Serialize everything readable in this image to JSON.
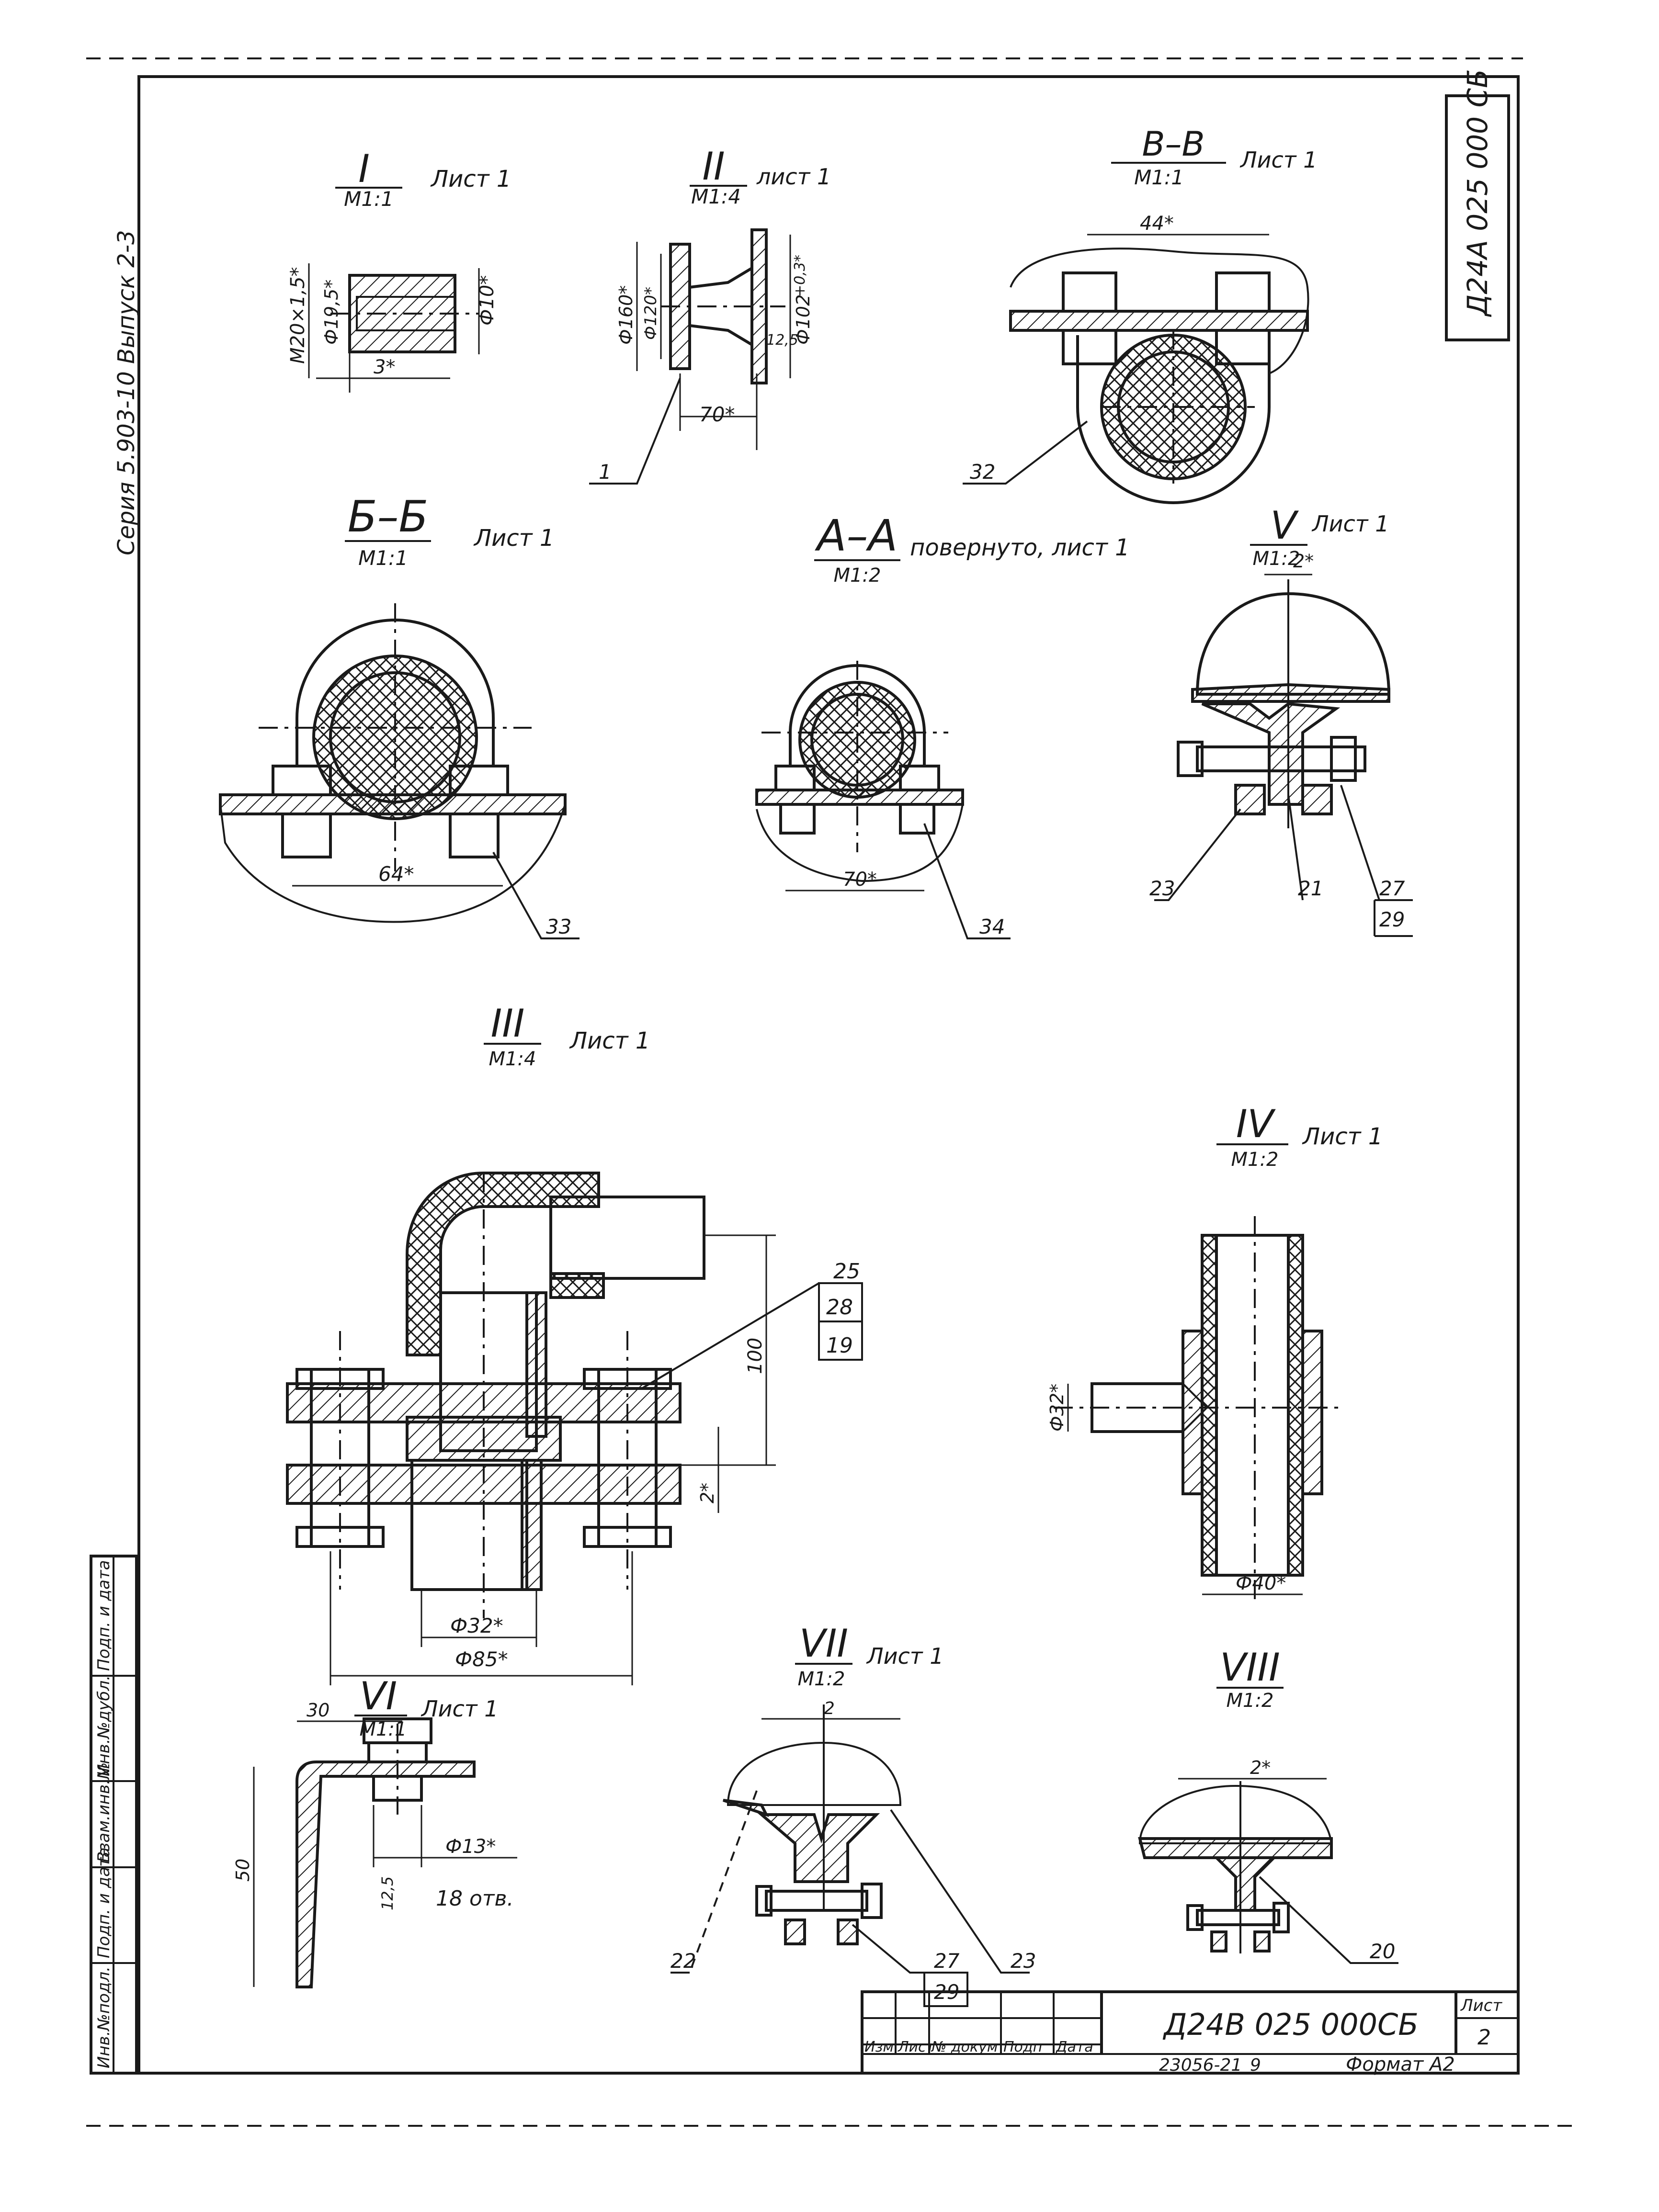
{
  "frame": {
    "series_text": "Серия 5.903-10  Выпуск 2-3",
    "corner_code": "Д24А 025 000 СБ",
    "left_strip": [
      "Инв.№подл.",
      "Подп. и дата",
      "Взам.инв.№",
      "Инв.№дубл.",
      "Подп. и дата"
    ]
  },
  "views": {
    "v1": {
      "numeral": "I",
      "scale": "М1:1",
      "sheet": "Лист 1",
      "dims": [
        "М20×1,5*",
        "Ф19,5*",
        "Ф10*",
        "3*"
      ]
    },
    "v2": {
      "numeral": "II",
      "scale": "М1:4",
      "sheet": "лист 1",
      "dims": [
        "Ф160*",
        "Ф120*",
        "Ф102",
        "12,5",
        "+0,3*",
        "70*"
      ],
      "callout": "1"
    },
    "vb": {
      "numeral": "В–В",
      "scale": "М1:1",
      "sheet": "Лист 1",
      "dims": [
        "44*"
      ],
      "callout": "32"
    },
    "v66": {
      "numeral": "Б–Б",
      "scale": "М1:1",
      "sheet": "Лист 1",
      "dims": [
        "64*"
      ],
      "callout": "33"
    },
    "vaa": {
      "numeral": "А–А",
      "scale": "М1:2",
      "sheet": "повернуто, лист 1",
      "dims": [
        "70*"
      ],
      "callout": "34"
    },
    "v5": {
      "numeral": "V",
      "scale": "М1:2",
      "sheet": "Лист 1",
      "dims": [
        "2*"
      ],
      "callouts": [
        "23",
        "21",
        "27",
        "29"
      ]
    },
    "v3": {
      "numeral": "III",
      "scale": "М1:4",
      "sheet": "Лист 1",
      "dims": [
        "100",
        "2*",
        "Ф32*",
        "Ф85*"
      ],
      "callouts": [
        "25",
        "28",
        "19"
      ]
    },
    "v4": {
      "numeral": "IV",
      "scale": "М1:2",
      "sheet": "Лист 1",
      "dims": [
        "Ф32*",
        "Ф40*"
      ]
    },
    "v6": {
      "numeral": "VI",
      "scale": "М1:1",
      "sheet": "Лист 1",
      "dims": [
        "30",
        "50",
        "Ф13*",
        "12,5",
        "18 отв."
      ]
    },
    "v7": {
      "numeral": "VII",
      "scale": "М1:2",
      "sheet": "Лист 1",
      "dims": [
        "2"
      ],
      "callouts": [
        "22",
        "27",
        "23",
        "29"
      ]
    },
    "v8": {
      "numeral": "VIII",
      "scale": "М1:2",
      "sheet": "",
      "dims": [
        "2*"
      ],
      "callouts": [
        "20"
      ]
    }
  },
  "title_block": {
    "designation": "Д24В 025 000СБ",
    "headers": [
      "Изм",
      "Лист",
      "№ докум",
      "Подп",
      "Дата"
    ],
    "sheet_label": "Лист",
    "sheet_no": "2",
    "bottom_no": "23056-21",
    "bottom_sub": "9",
    "format": "Формат А2"
  }
}
